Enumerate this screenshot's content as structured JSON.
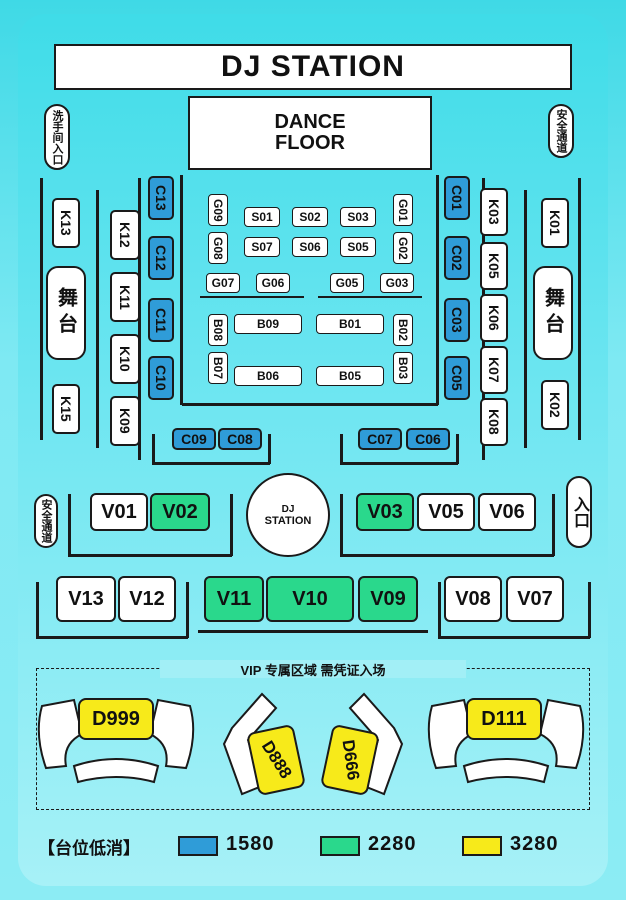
{
  "title": "DJ STATION",
  "dance_floor": [
    "DANCE",
    "FLOOR"
  ],
  "entrances": {
    "washroom": "洗手间入口",
    "exit_top_right": "安全通道",
    "exit_left": "安全通道",
    "entrance_right": "入口"
  },
  "stage_label": "舞台",
  "dj_booth": [
    "DJ",
    "STATION"
  ],
  "tables": {
    "k_left": [
      "K13",
      "K15"
    ],
    "k_left_inner": [
      "K12",
      "K11",
      "K10",
      "K09"
    ],
    "c_left": [
      "C13",
      "C12",
      "C11",
      "C10"
    ],
    "c_right": [
      "C01",
      "C02",
      "C03",
      "C05"
    ],
    "k_right_inner": [
      "K03",
      "K05",
      "K06",
      "K07",
      "K08"
    ],
    "k_right": [
      "K01",
      "K02"
    ],
    "g_left_col": [
      "G09",
      "G08"
    ],
    "g_right_col": [
      "G01",
      "G02"
    ],
    "s_row1": [
      "S01",
      "S02",
      "S03"
    ],
    "s_row2": [
      "S07",
      "S06",
      "S05"
    ],
    "g_row": [
      "G07",
      "G06",
      "G05",
      "G03"
    ],
    "b_left_col": [
      "B08",
      "B07"
    ],
    "b_right_col": [
      "B02",
      "B03"
    ],
    "b_row1": [
      "B09",
      "B01"
    ],
    "b_row2": [
      "B06",
      "B05"
    ],
    "c_bottom_left": [
      "C09",
      "C08"
    ],
    "c_bottom_right": [
      "C07",
      "C06"
    ],
    "v_row1_left": [
      "V01",
      "V02"
    ],
    "v_row1_right": [
      "V03",
      "V05",
      "V06"
    ],
    "v_row2_left": [
      "V13",
      "V12"
    ],
    "v_row2_mid": [
      "V11",
      "V10",
      "V09"
    ],
    "v_row2_right": [
      "V08",
      "V07"
    ],
    "d": [
      "D999",
      "D888",
      "D666",
      "D111"
    ]
  },
  "vip_zone_label": "VIP 专属区域 需凭证入场",
  "legend": {
    "title": "【台位低消】",
    "items": [
      {
        "color": "#2f9cd8",
        "value": "1580"
      },
      {
        "color": "#2ad88c",
        "value": "2280"
      },
      {
        "color": "#f7ea1a",
        "value": "3280"
      }
    ]
  }
}
